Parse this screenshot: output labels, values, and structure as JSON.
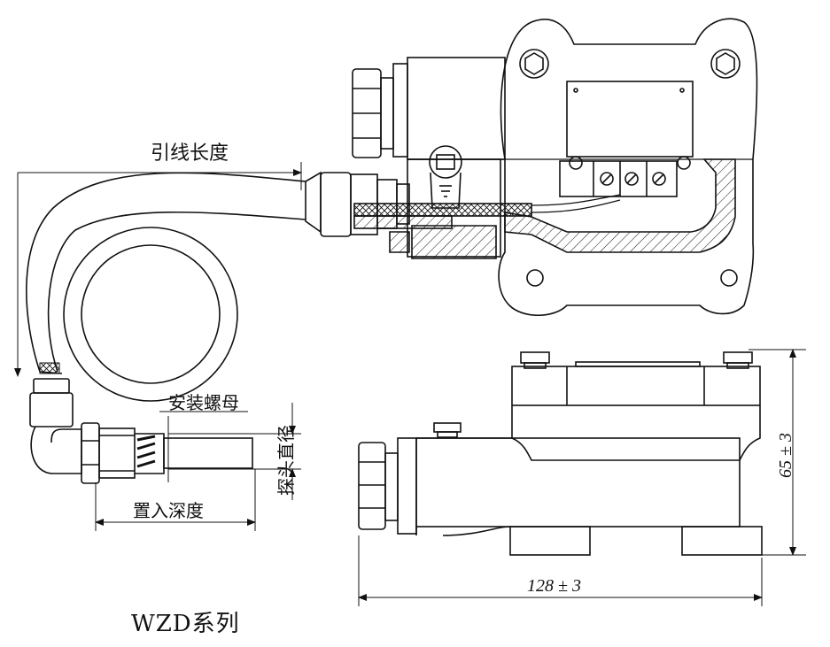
{
  "labels": {
    "lead_length": "引线长度",
    "mounting_nut": "安装螺母",
    "probe_diameter": "探头直径",
    "insertion_depth": "置入深度"
  },
  "dimensions": {
    "height": "65 ± 3",
    "width": "128 ± 3"
  },
  "caption": "WZD系列"
}
